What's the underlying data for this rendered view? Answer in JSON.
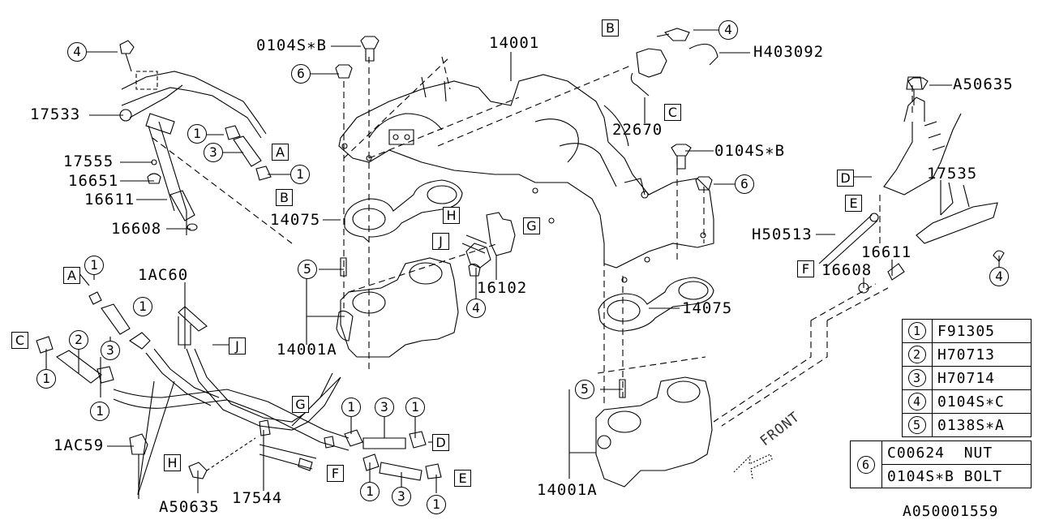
{
  "diagram": {
    "reference_code": "A050001559",
    "orientation_label": "FRONT",
    "part_labels": {
      "p14001": "14001",
      "p14001A_left": "14001A",
      "p14001A_right": "14001A",
      "p14075_left": "14075",
      "p14075_right": "14075",
      "p16102": "16102",
      "p16608_left": "16608",
      "p16608_right": "16608",
      "p16611_left": "16611",
      "p16611_right": "16611",
      "p16651": "16651",
      "p17533": "17533",
      "p17535": "17535",
      "p17544": "17544",
      "p17555": "17555",
      "p22670": "22670",
      "pH403092": "H403092",
      "pH50513": "H50513",
      "pA50635_top": "A50635",
      "pA50635_bottom": "A50635",
      "p1AC59": "1AC59",
      "p1AC60": "1AC60",
      "p0104SB_top": "0104S∗B",
      "p0104SB_right": "0104S∗B"
    },
    "callouts": {
      "one": "1",
      "two": "2",
      "three": "3",
      "four": "4",
      "five": "5",
      "six": "6"
    },
    "connectors": {
      "A": "A",
      "B": "B",
      "C": "C",
      "D": "D",
      "E": "E",
      "F": "F",
      "G": "G",
      "H": "H",
      "J": "J"
    }
  },
  "legend": {
    "rows": [
      {
        "key": "1",
        "part": "F91305"
      },
      {
        "key": "2",
        "part": "H70713"
      },
      {
        "key": "3",
        "part": "H70714"
      },
      {
        "key": "4",
        "part": "0104S∗C"
      },
      {
        "key": "5",
        "part": "0138S∗A"
      }
    ],
    "row6": {
      "key": "6",
      "items": [
        {
          "part": "C00624",
          "desc": "NUT"
        },
        {
          "part": "0104S∗B",
          "desc": "BOLT"
        }
      ]
    }
  }
}
